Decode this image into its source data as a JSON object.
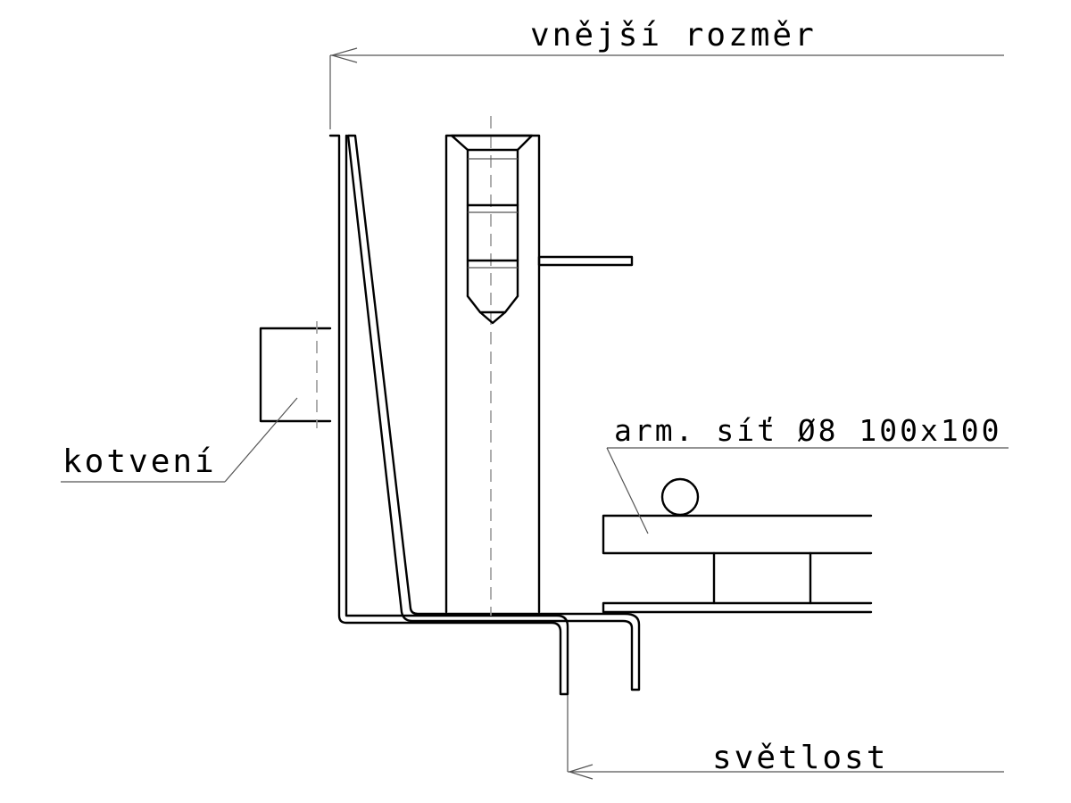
{
  "labels": {
    "outer_dimension": "vnější rozměr",
    "anchoring": "kotvení",
    "mesh": "arm. síť Ø8 100x100",
    "clearance": "světlost"
  },
  "colors": {
    "line": "#000000",
    "leader": "#555555",
    "centerline": "#999999",
    "background": "#ffffff"
  }
}
